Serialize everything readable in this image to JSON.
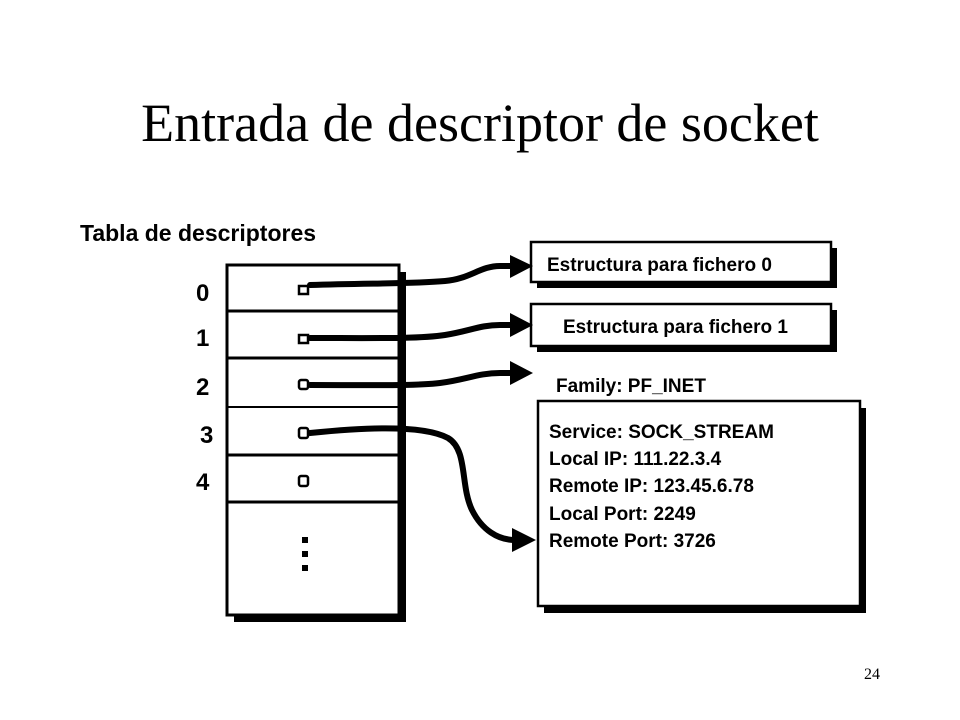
{
  "slide": {
    "title": "Entrada de descriptor de socket",
    "page_number": "24"
  },
  "diagram": {
    "table_title": "Tabla de descriptores",
    "row_indices": [
      "0",
      "1",
      "2",
      "3",
      "4"
    ],
    "box_file0": "Estructura para fichero 0",
    "box_file1": "Estructura para fichero 1",
    "family_label": "Family: PF_INET",
    "socket_fields": [
      "Service: SOCK_STREAM",
      "Local IP: 111.22.3.4",
      "Remote IP: 123.45.6.78",
      "Local Port: 2249",
      "Remote Port: 3726"
    ]
  }
}
